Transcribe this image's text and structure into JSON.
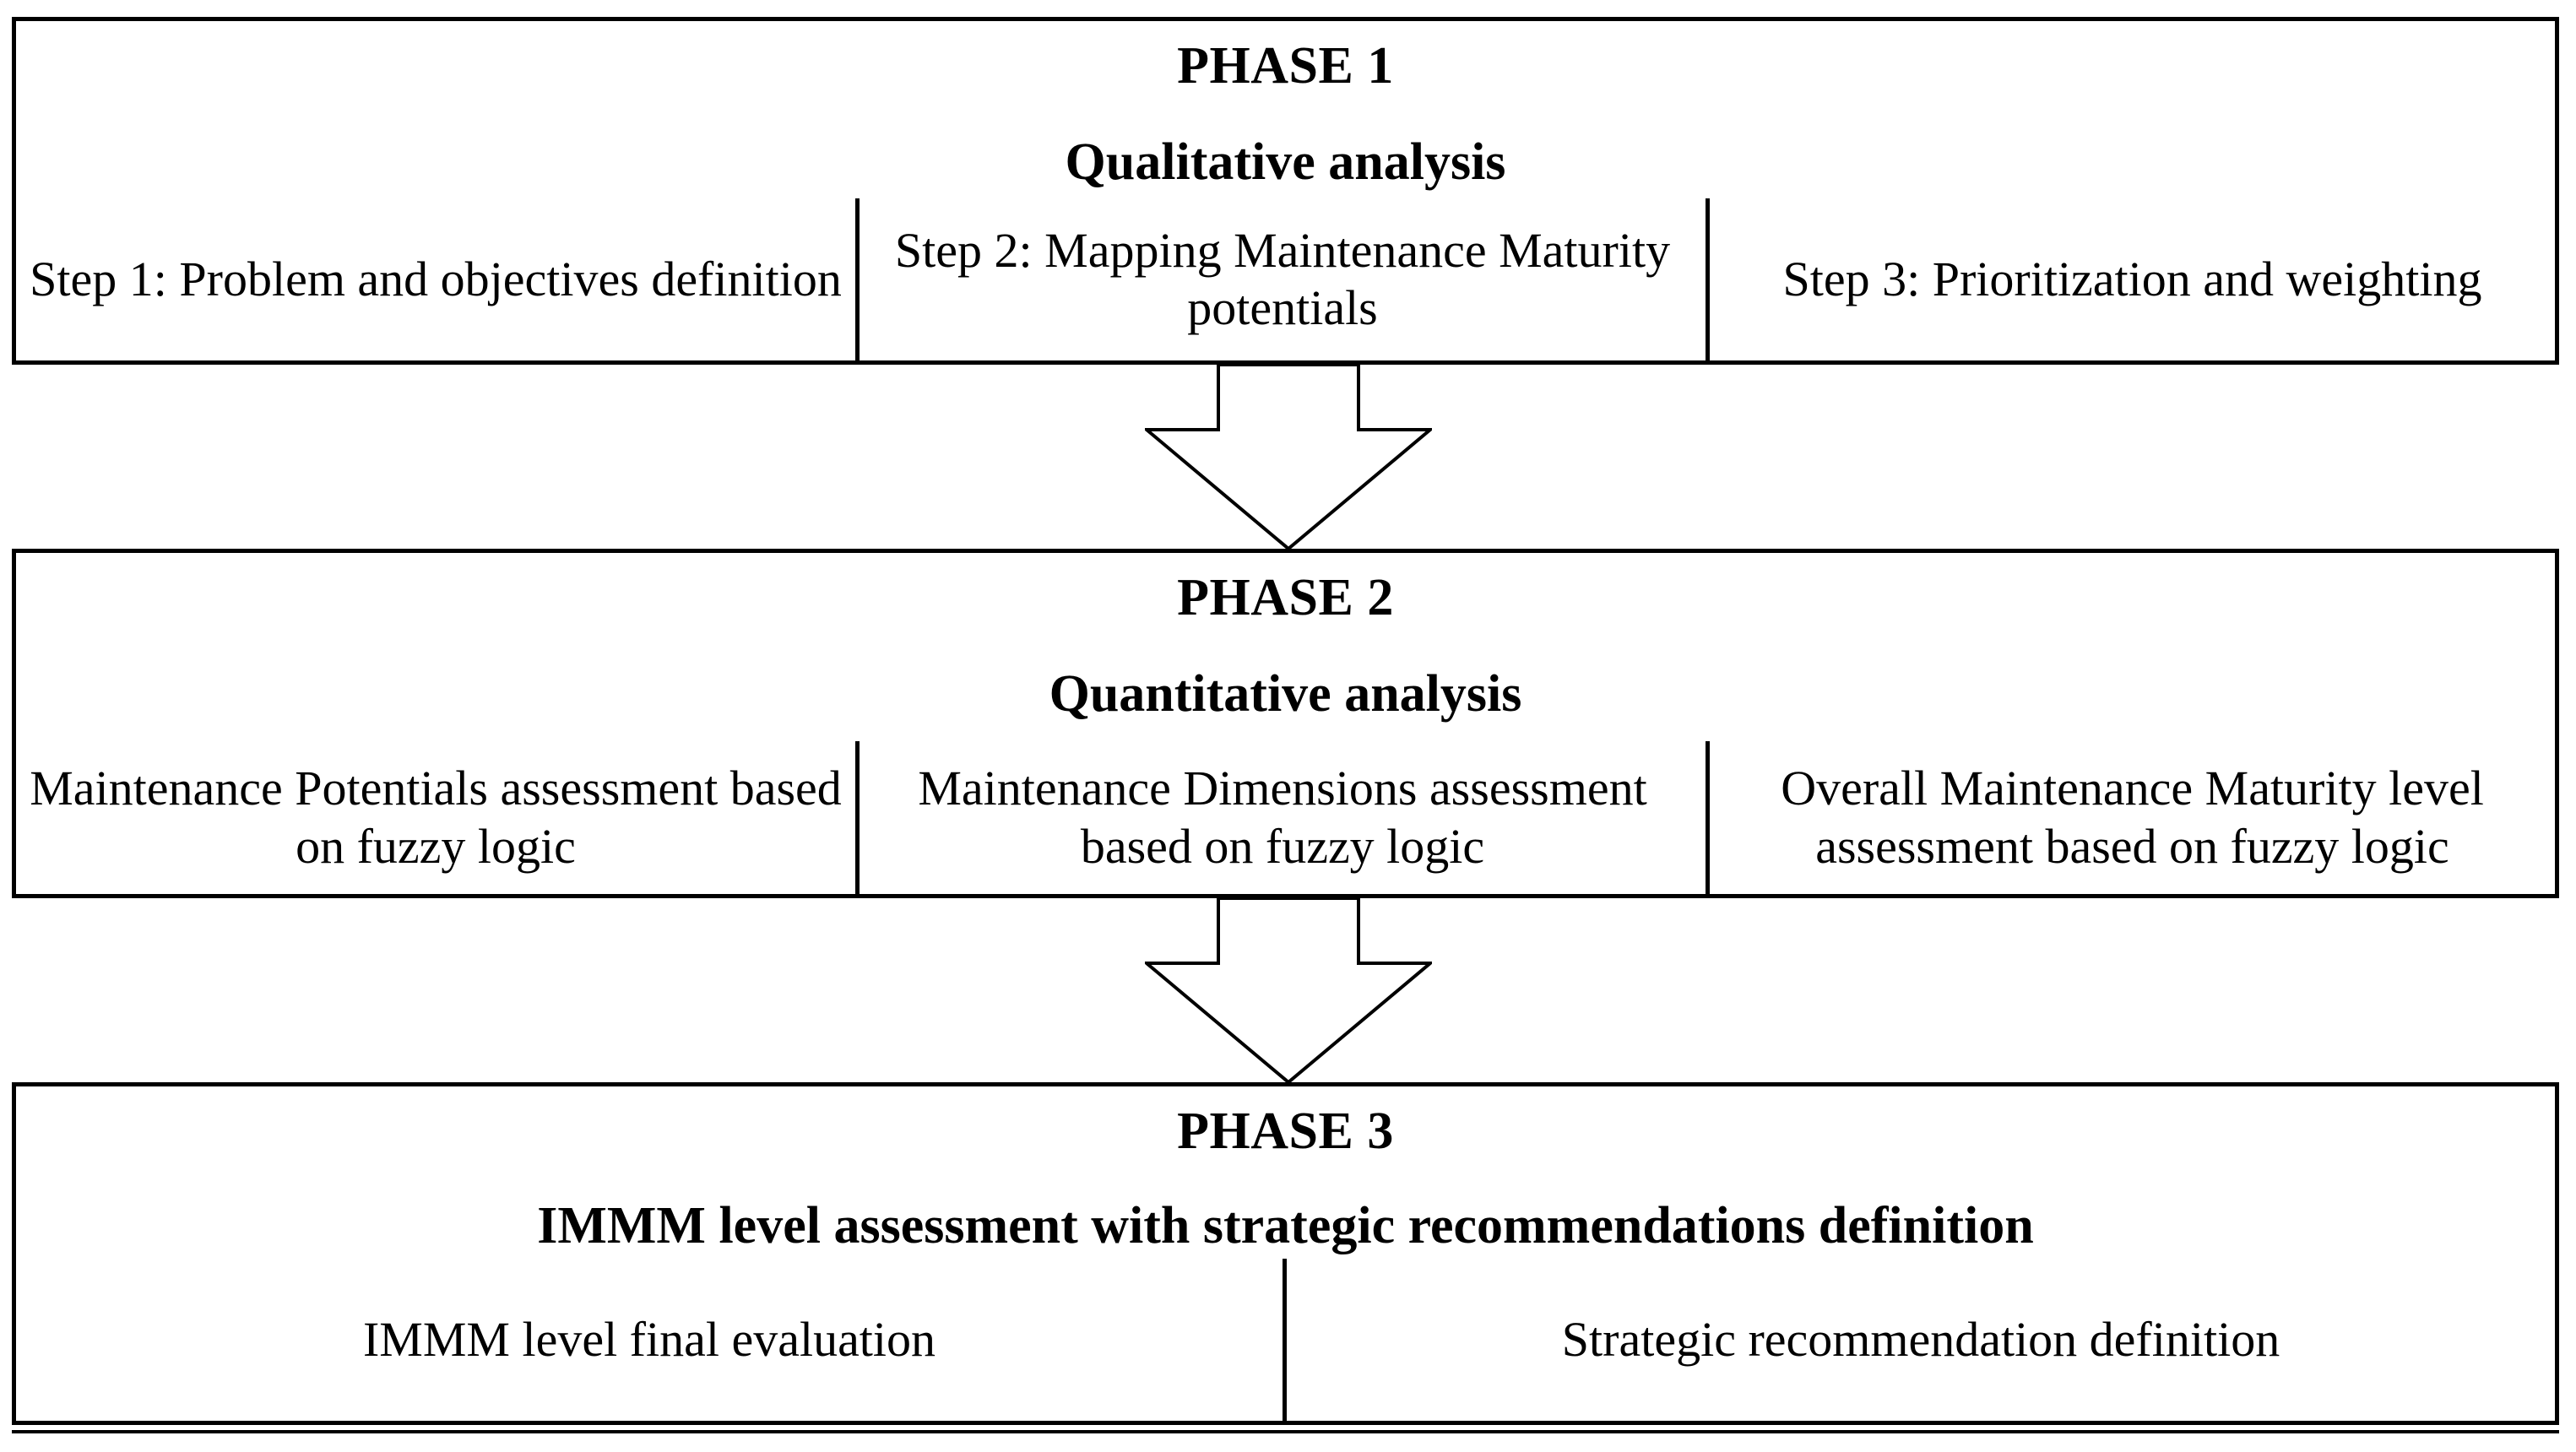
{
  "diagram": {
    "type": "process-flow",
    "orientation": "vertical",
    "phases": [
      {
        "id": "phase-1",
        "title": "PHASE 1",
        "subtitle": "Qualitative analysis",
        "columns": 3,
        "items": [
          "Step 1: Problem and objectives definition",
          "Step 2: Mapping Maintenance Maturity potentials",
          "Step 3: Prioritization and weighting"
        ]
      },
      {
        "id": "phase-2",
        "title": "PHASE 2",
        "subtitle": "Quantitative analysis",
        "columns": 3,
        "items": [
          "Maintenance Potentials assessment based on fuzzy logic",
          "Maintenance Dimensions assessment based on fuzzy logic",
          "Overall Maintenance Maturity level assessment  based on fuzzy logic"
        ]
      },
      {
        "id": "phase-3",
        "title": "PHASE 3",
        "subtitle": "IMMM level assessment with strategic recommendations definition",
        "columns": 2,
        "items": [
          "IMMM level final evaluation",
          "Strategic recommendation definition"
        ]
      }
    ],
    "connectors": [
      {
        "id": "arrow-phase1-to-phase2",
        "icon": "down-block-arrow-icon",
        "from": "phase-1",
        "to": "phase-2"
      },
      {
        "id": "arrow-phase2-to-phase3",
        "icon": "down-block-arrow-icon",
        "from": "phase-2",
        "to": "phase-3"
      }
    ],
    "colors": {
      "stroke": "#000000",
      "fill": "#ffffff",
      "text": "#000000"
    }
  }
}
